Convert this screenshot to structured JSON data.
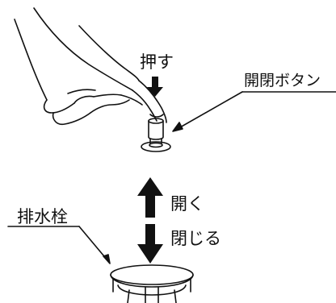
{
  "labels": {
    "push": "押す",
    "open_close_button": "開閉ボタン",
    "drain_plug": "排水栓",
    "open": "開く",
    "close": "閉じる"
  },
  "colors": {
    "ink": "#111111",
    "background": "#ffffff"
  },
  "icons": {
    "hand": "pointing-hand-icon",
    "push_arrow": "arrow-down-icon",
    "open_arrow": "arrow-up-icon",
    "close_arrow": "arrow-down-icon"
  }
}
